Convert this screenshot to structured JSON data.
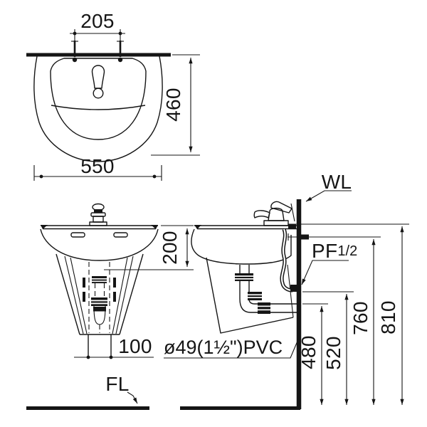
{
  "front_view": {
    "dim_top": "205",
    "dim_height": "460",
    "dim_width": "550"
  },
  "pedestal_view": {
    "dim_depth": "200",
    "dim_outlet": "100",
    "floor_label": "FL"
  },
  "side_view": {
    "wall_label": "WL",
    "supply_label": "PF",
    "supply_size": "1/2",
    "drain_label": "ø49(1½\")PVC",
    "dim_drain": "480",
    "dim_supply": "520",
    "dim_bolt": "760",
    "dim_rim": "810"
  },
  "colors": {
    "ink": "#151515",
    "background": "#ffffff"
  }
}
